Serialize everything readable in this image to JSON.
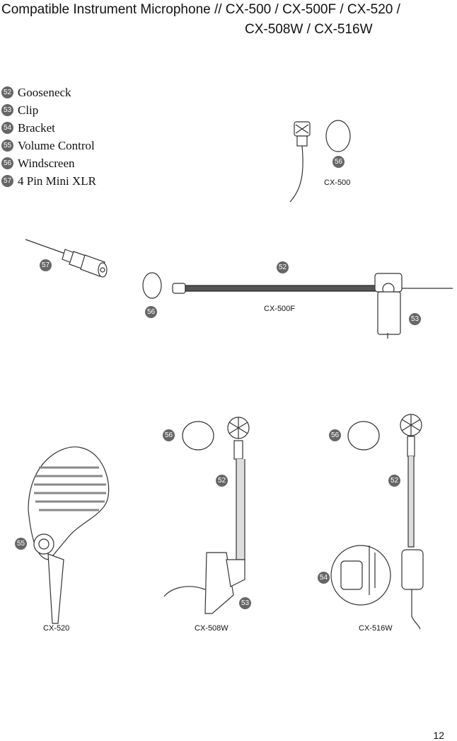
{
  "title_line1": "Compatible Instrument Microphone // CX-500 / CX-500F / CX-520 /",
  "title_line2": "CX-508W / CX-516W",
  "legend": [
    {
      "num": "52",
      "label": "Gooseneck"
    },
    {
      "num": "53",
      "label": "Clip"
    },
    {
      "num": "54",
      "label": "Bracket"
    },
    {
      "num": "55",
      "label": "Volume Control"
    },
    {
      "num": "56",
      "label": "Windscreen"
    },
    {
      "num": "57",
      "label": "4 Pin Mini XLR"
    }
  ],
  "captions": {
    "cx500": "CX-500",
    "cx500f": "CX-500F",
    "cx520": "CX-520",
    "cx508w": "CX-508W",
    "cx516w": "CX-516W"
  },
  "callouts": {
    "cx500_56": "56",
    "xlr_57": "57",
    "cx500f_52": "52",
    "cx500f_56": "56",
    "cx500f_53": "53",
    "cx520_55": "55",
    "cx508w_56": "56",
    "cx508w_52": "52",
    "cx508w_53": "53",
    "cx516w_56": "56",
    "cx516w_52": "52",
    "cx516w_54": "54"
  },
  "page_number": "12"
}
